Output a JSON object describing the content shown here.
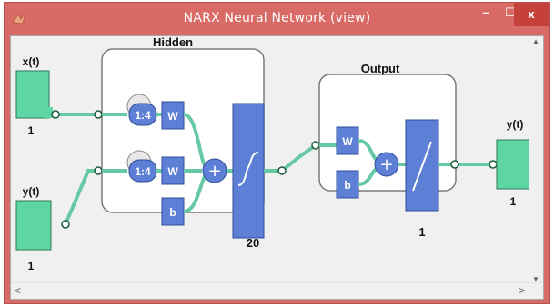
{
  "window": {
    "title": "NARX Neural Network (view)",
    "controls": {
      "minimize": "–",
      "maximize": "☐",
      "close": "x"
    }
  },
  "diagram": {
    "inputs": [
      {
        "label": "x(t)",
        "size": "1"
      },
      {
        "label": "y(t)",
        "size": "1"
      }
    ],
    "hidden": {
      "title": "Hidden",
      "delays": [
        "1:4",
        "1:4"
      ],
      "weights": [
        "W",
        "W"
      ],
      "bias": "b",
      "size": "20"
    },
    "output_layer": {
      "title": "Output",
      "weight": "W",
      "bias": "b",
      "size": "1"
    },
    "output": {
      "label": "y(t)",
      "size": "1"
    }
  },
  "scrollbar": {
    "up": "▲",
    "down": "▼",
    "left": "<",
    "right": ">"
  },
  "colors": {
    "titlebar": "#d96b66",
    "close_button": "#c7413b",
    "block_blue": "#5d7fd6",
    "io_green": "#5ed6a4",
    "wire_green": "#66c9a4"
  }
}
